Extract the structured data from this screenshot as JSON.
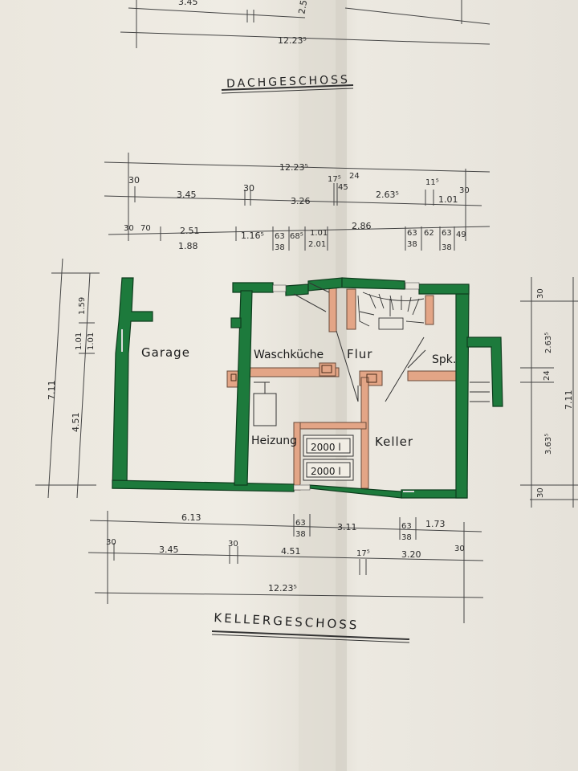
{
  "titles": {
    "upper_floor": "DACHGESCHOSS",
    "basement": "KELLERGESCHOSS"
  },
  "rooms": {
    "garage": "Garage",
    "laundry": "Waschküche",
    "hall": "Flur",
    "pantry": "Spk.",
    "heating": "Heizung",
    "cellar": "Keller"
  },
  "tanks": [
    "2000 l",
    "2000 l"
  ],
  "dimensions": {
    "top_fragment_a": "3.45",
    "top_fragment_b": "2.5",
    "top_total": "12.23⁵",
    "upper_total": "12.23⁵",
    "upper_row1": [
      "30",
      "3.45",
      "30",
      "3.26",
      "17⁵",
      "24",
      "2.63⁵",
      "11⁵",
      "1.01",
      "30"
    ],
    "upper_row1_extra": "45",
    "upper_row2_top": [
      "30",
      "70",
      "2.51",
      "1.16⁵",
      "63",
      "68⁵",
      "1.01",
      "2.86",
      "63",
      "62",
      "63",
      "49"
    ],
    "upper_row2_bottom": [
      "1.88",
      "38",
      "2.01",
      "38",
      "38"
    ],
    "left_total": "7.11",
    "left_a": "4.51",
    "left_b": "1.01",
    "left_c": "1.01",
    "left_d": "1.59",
    "right_total": "7.11",
    "right_a": "30",
    "right_b": "2.63⁵",
    "right_c": "24",
    "right_d": "3.63⁵",
    "right_e": "30",
    "lower_row1": [
      "6.13",
      "63",
      "38",
      "3.11",
      "63",
      "38",
      "1.73"
    ],
    "lower_row2": [
      "30",
      "3.45",
      "30",
      "4.51",
      "17⁵",
      "3.20",
      "30"
    ],
    "lower_total": "12.23⁵"
  },
  "colors": {
    "wall": "#1d7a3c",
    "wall_dark": "#0f3d1e",
    "interior_wall": "#e3a586",
    "paper": "#ebe7de"
  }
}
